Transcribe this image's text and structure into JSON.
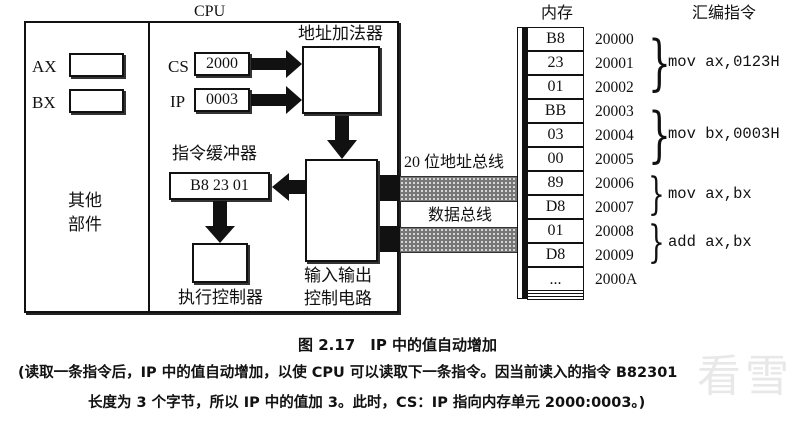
{
  "cpu": {
    "title": "CPU",
    "registers": [
      {
        "name": "AX",
        "value": ""
      },
      {
        "name": "BX",
        "value": ""
      }
    ],
    "other_parts": [
      "其他",
      "部件"
    ],
    "segment_registers": [
      {
        "name": "CS",
        "value": "2000"
      },
      {
        "name": "IP",
        "value": "0003"
      }
    ],
    "address_adder_label": "地址加法器",
    "instruction_buffer_label": "指令缓冲器",
    "instruction_buffer_value": "B8 23 01",
    "exec_controller_label": "执行控制器",
    "io_circuit_label": [
      "输入输出",
      "控制电路"
    ]
  },
  "buses": {
    "address_bus_label": "20 位地址总线",
    "data_bus_label": "数据总线"
  },
  "memory": {
    "title": "内存",
    "cells": [
      "B8",
      "23",
      "01",
      "BB",
      "03",
      "00",
      "89",
      "D8",
      "01",
      "D8",
      "..."
    ],
    "addresses": [
      "20000",
      "20001",
      "20002",
      "20003",
      "20004",
      "20005",
      "20006",
      "20007",
      "20008",
      "20009",
      "2000A"
    ]
  },
  "assembly": {
    "title": "汇编指令",
    "instructions": [
      {
        "text": "mov ax,0123H",
        "addresses": [
          "20000",
          "20001",
          "20002"
        ]
      },
      {
        "text": "mov bx,0003H",
        "addresses": [
          "20003",
          "20004",
          "20005"
        ]
      },
      {
        "text": "mov ax,bx",
        "addresses": [
          "20006",
          "20007"
        ]
      },
      {
        "text": "add ax,bx",
        "addresses": [
          "20008",
          "20009"
        ]
      }
    ]
  },
  "caption": {
    "title": "图 2.17　IP 中的值自动增加",
    "line1": "(读取一条指令后，IP 中的值自动增加，以使 CPU 可以读取下一条指令。因当前读入的指令 B82301",
    "line2": "长度为 3 个字节，所以 IP 中的值加 3。此时，CS：IP 指向内存单元 2000:0003。)"
  },
  "watermark": "看雪"
}
